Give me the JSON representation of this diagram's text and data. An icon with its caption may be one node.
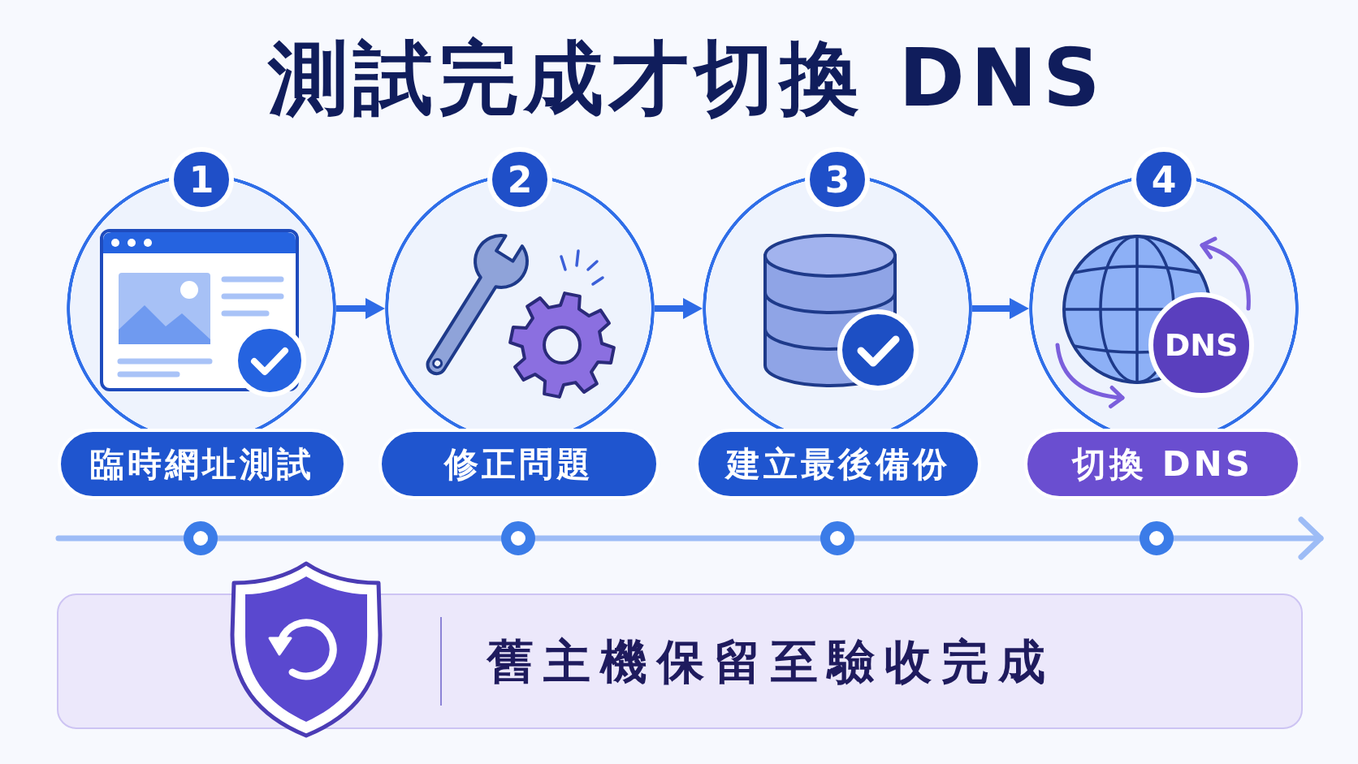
{
  "diagram": {
    "title": "測試完成才切換 DNS",
    "nodes": [
      {
        "text": [
          "1"
        ]
      },
      {
        "text": [
          "臨時網址測試"
        ]
      },
      {
        "text": [
          "2"
        ]
      },
      {
        "text": [
          "修正問題"
        ]
      },
      {
        "text": [
          "3"
        ]
      },
      {
        "text": [
          "建立最後備份"
        ]
      },
      {
        "text": [
          "4"
        ]
      },
      {
        "text": [
          "DNS"
        ],
        "in": 6
      },
      {
        "text": [
          "切換 DNS"
        ]
      },
      {
        "text": [
          "舊主機保留至驗收完成"
        ]
      }
    ],
    "edges": [
      {
        "from": 0,
        "to": 2,
        "arrow": "to"
      },
      {
        "from": 2,
        "to": 4,
        "arrow": "to"
      },
      {
        "from": 4,
        "to": 6,
        "arrow": "to"
      }
    ]
  }
}
